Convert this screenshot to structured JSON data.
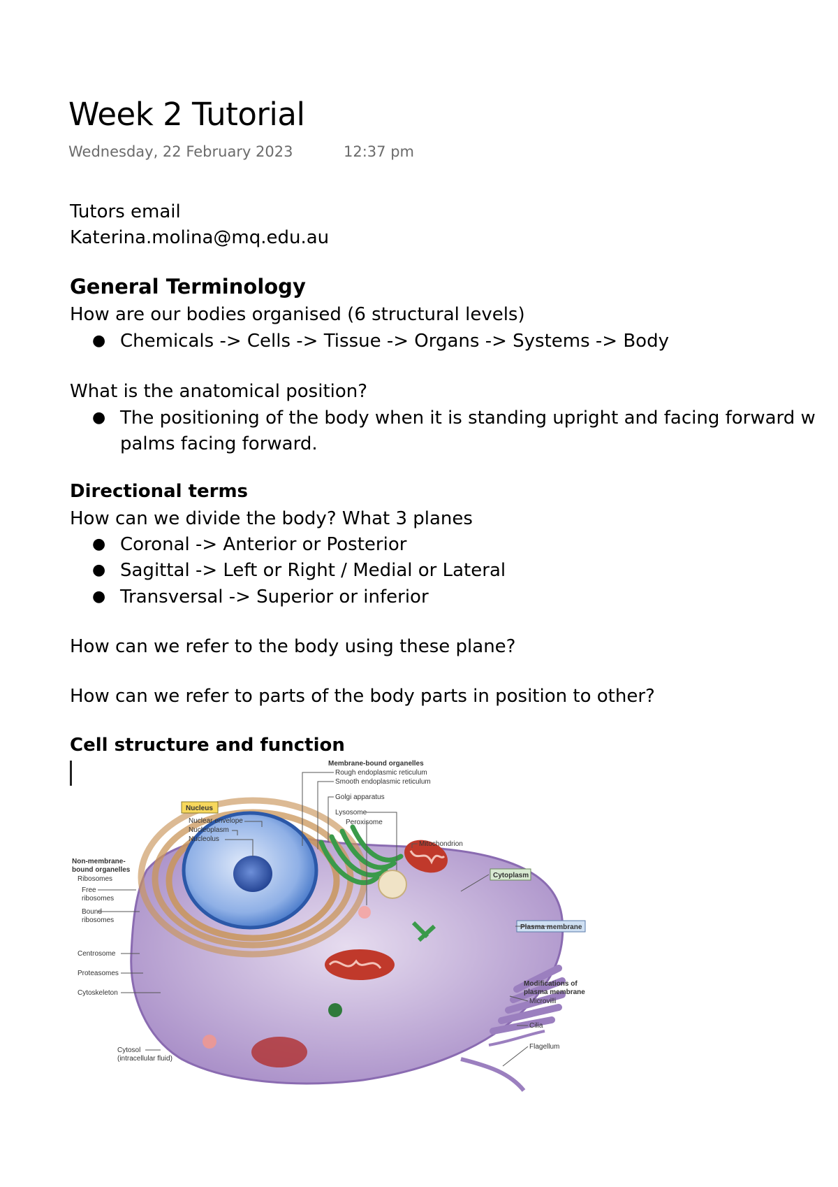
{
  "page": {
    "title": "Week 2 Tutorial",
    "date": "Wednesday, 22 February 2023",
    "time": "12:37 pm"
  },
  "contact": {
    "label": "Tutors email",
    "email": "Katerina.molina@mq.edu.au"
  },
  "sections": {
    "general": {
      "heading": "General Terminology",
      "question1": "How are our bodies organised (6 structural levels)",
      "bullet1": "Chemicals -> Cells -> Tissue -> Organs -> Systems -> Body",
      "question2": "What is the anatomical position?",
      "bullet2_line1": "The positioning of the body when it is standing upright and facing forward w",
      "bullet2_line2": "palms facing forward."
    },
    "directional": {
      "heading": "Directional terms",
      "question1": "How can we divide the body? What 3 planes",
      "bullets": [
        "Coronal -> Anterior or Posterior",
        "Sagittal -> Left or Right / Medial or Lateral",
        "Transversal -> Superior or inferior"
      ],
      "question2": "How can we refer to the body using these plane?",
      "question3": "How can we refer to parts of the body parts in position to other?"
    },
    "cell": {
      "heading": "Cell structure and function"
    }
  },
  "diagram": {
    "labels": {
      "membrane_bound": "Membrane-bound organelles",
      "rough_er": "Rough endoplasmic reticulum",
      "smooth_er": "Smooth endoplasmic reticulum",
      "golgi": "Golgi apparatus",
      "lysosome": "Lysosome",
      "peroxisome": "Peroxisome",
      "mitochondrion": "Mitochondrion",
      "nucleus": "Nucleus",
      "nuclear_envelope": "Nuclear envelope",
      "nucleoplasm": "Nucleoplasm",
      "nucleolus": "Nucleolus",
      "non_membrane_1": "Non-membrane-",
      "non_membrane_2": "bound organelles",
      "ribosomes": "Ribosomes",
      "free_1": "Free",
      "free_2": "ribosomes",
      "bound_1": "Bound",
      "bound_2": "ribosomes",
      "centrosome": "Centrosome",
      "proteasomes": "Proteasomes",
      "cytoskeleton": "Cytoskeleton",
      "cytosol_1": "Cytosol",
      "cytosol_2": "(intracellular fluid)",
      "cytoplasm": "Cytoplasm",
      "plasma_membrane": "Plasma membrane",
      "modifications_1": "Modifications of",
      "modifications_2": "plasma membrane",
      "microvilli": "Microvilli",
      "cilia": "Cilia",
      "flagellum": "Flagellum"
    },
    "colors": {
      "cell_body": "#c9b6dc",
      "nucleus": "#3b6fc4",
      "er": "#c9955a",
      "golgi": "#3a9a4a",
      "mitochondrion": "#c0392b",
      "nucleus_label_bg": "#f7d85c",
      "cytoplasm_label_bg": "#d8ead2",
      "membrane_label_bg": "#cfe0f3"
    }
  }
}
